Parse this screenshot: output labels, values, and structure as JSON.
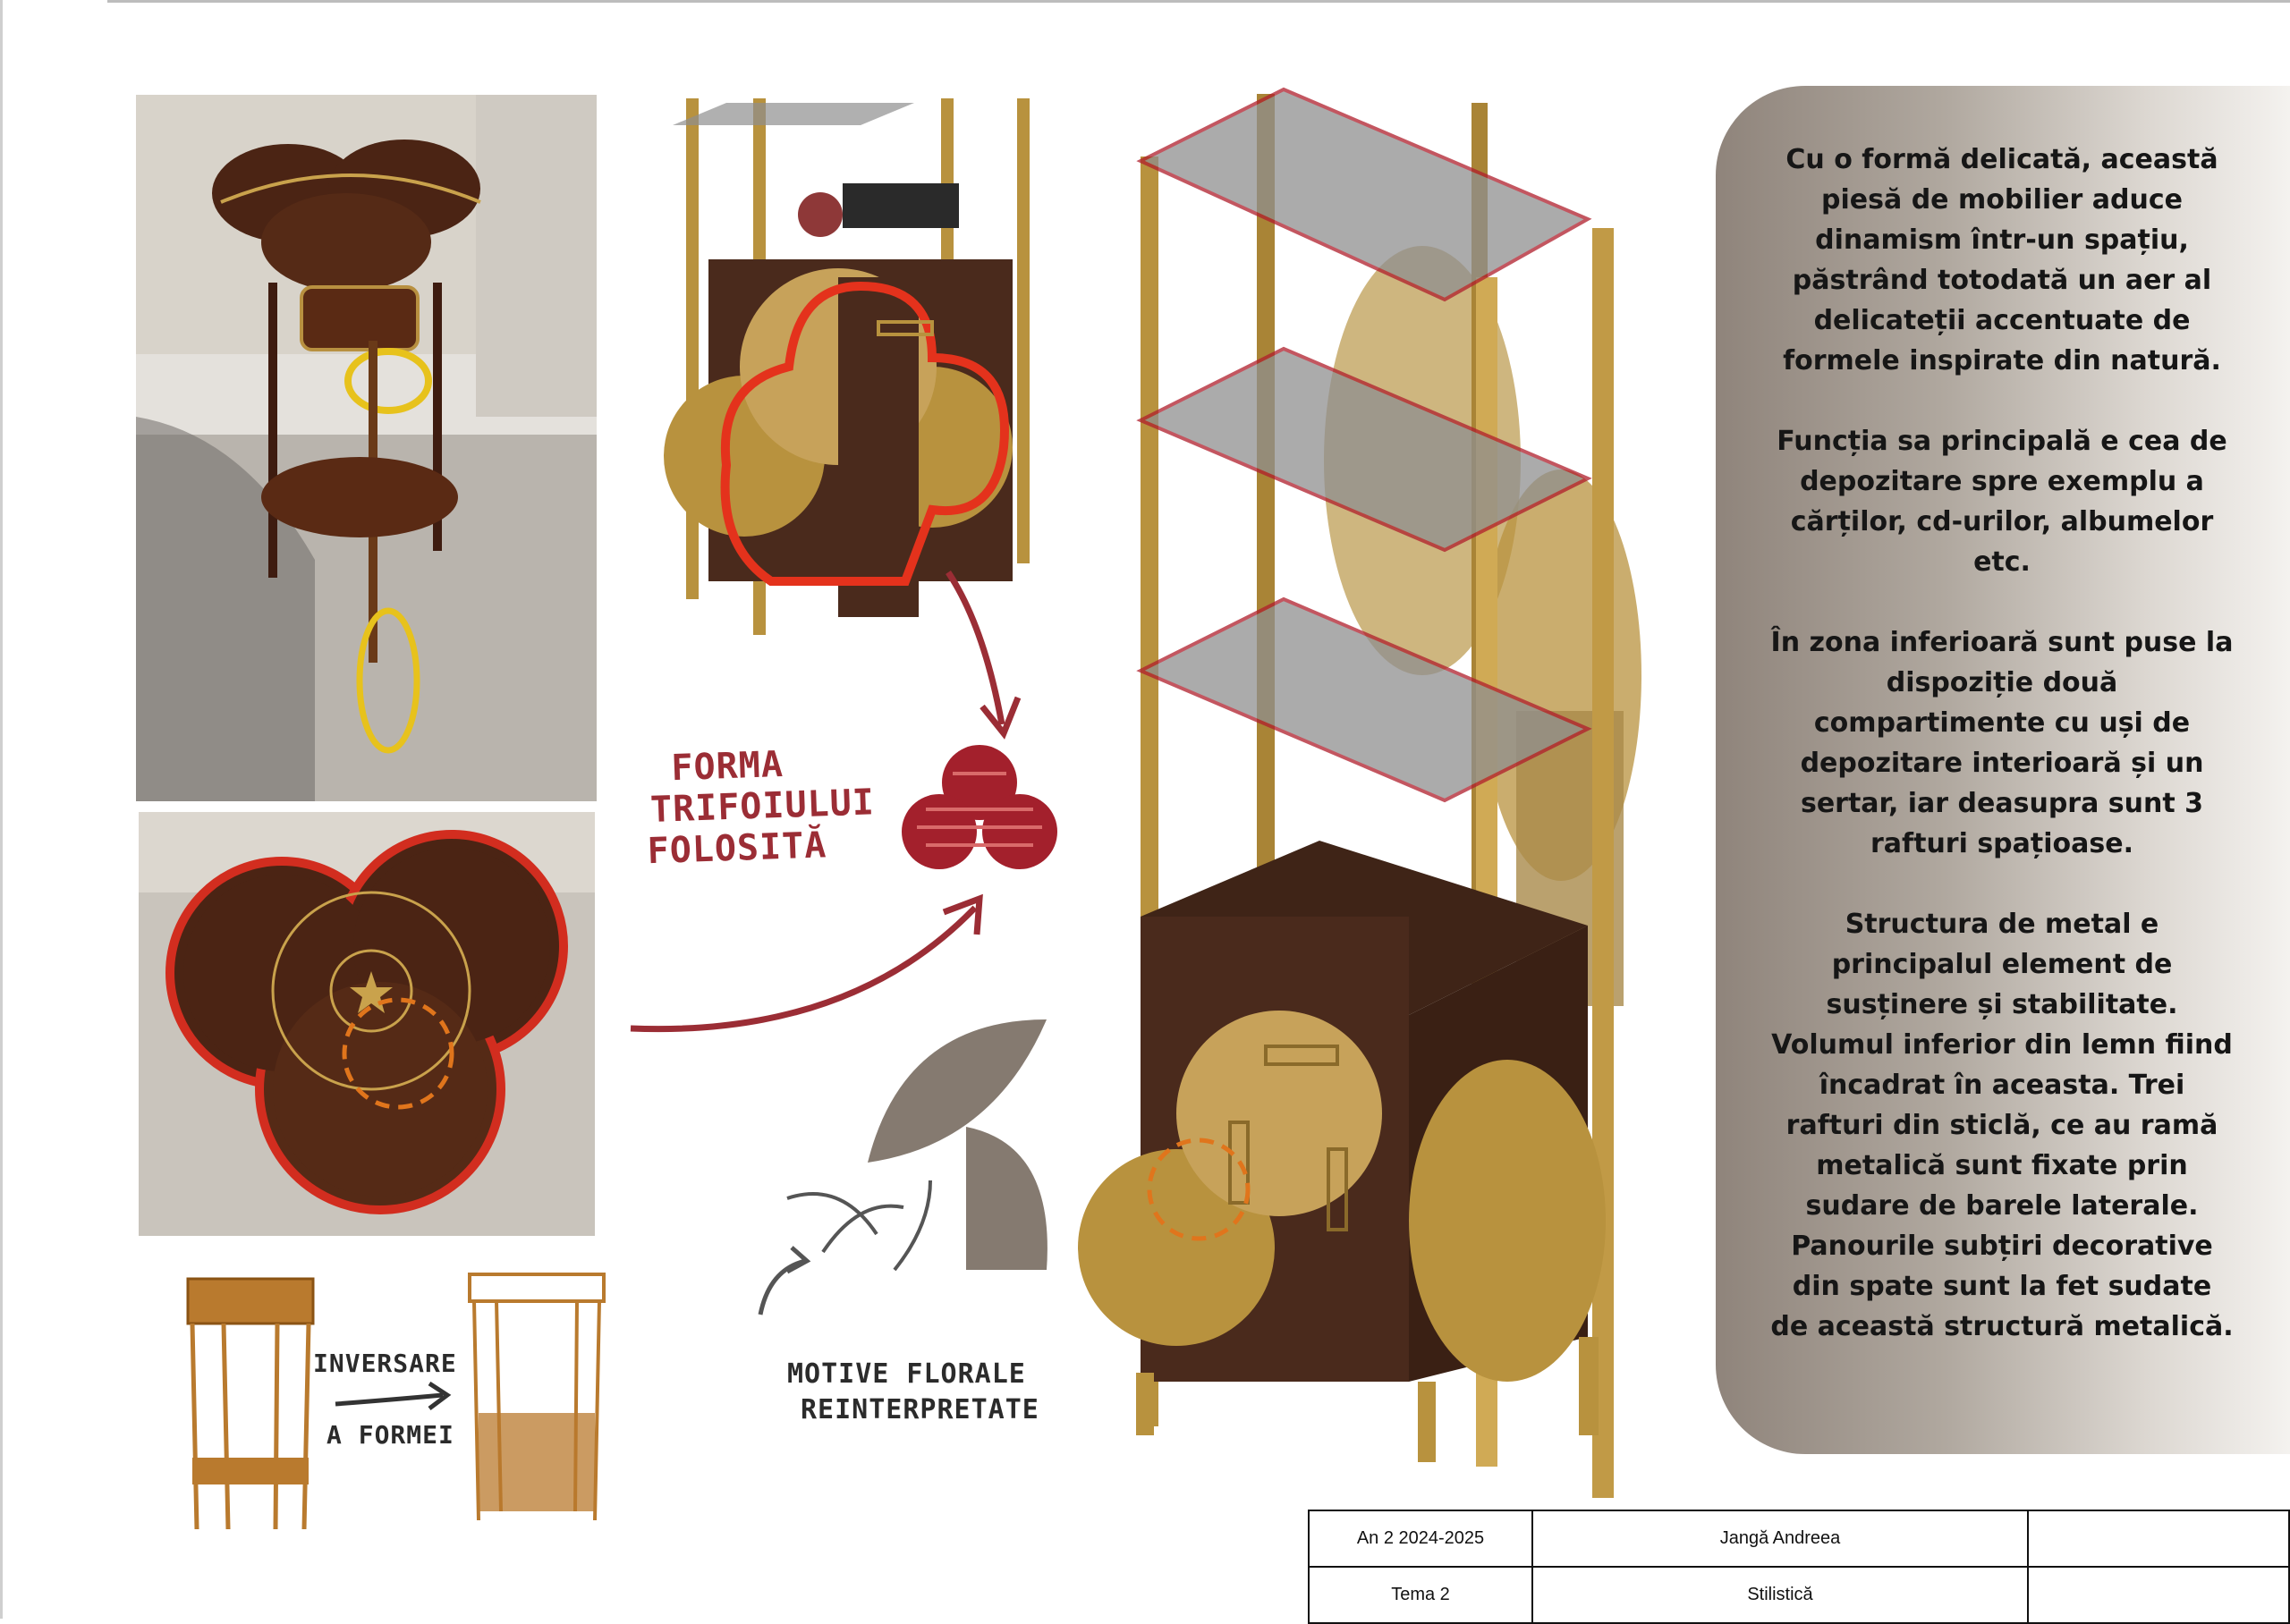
{
  "description_panel": {
    "paragraphs": [
      "Cu o formă delicată, această piesă de mobilier aduce dinamism într-un spațiu, păstrând totodată un aer al delicateții accentuate de formele inspirate din natură.",
      "Funcția sa principală e cea de depozitare spre exemplu a cărților, cd-urilor, albumelor etc.",
      "În zona inferioară sunt puse la dispoziție două compartimente cu uși de depozitare interioară și un sertar, iar deasupra sunt 3 rafturi spațioase.",
      "Structura de metal e principalul element de susținere și stabilitate. Volumul inferior din lemn fiind încadrat în aceasta. Trei rafturi din sticlă, ce au ramă metalică sunt fixate prin sudare de barele laterale. Panourile subțiri decorative din spate sunt la fet sudate de această structură metalică."
    ]
  },
  "annotations": {
    "clover_shape": [
      "FORMA",
      "TRIFOIULUI",
      "FOLOSITĂ"
    ],
    "floral_motifs": [
      "MOTIVE FLORALE",
      "REINTERPRETATE"
    ],
    "inversion": [
      "INVERSARE",
      "A FORMEI"
    ]
  },
  "title_block": {
    "year": "An 2  2024-2025",
    "author": "Jangă Andreea",
    "theme": "Tema 2",
    "topic": "Stilistică",
    "blank_1": "",
    "blank_2": ""
  },
  "colors": {
    "accent_red": "#c8281e",
    "brass": "#b8923e",
    "walnut": "#4a2a1c",
    "glass": "#8f8f8f",
    "highlight_yellow": "#e7c21c",
    "highlight_orange": "#e0751c"
  }
}
